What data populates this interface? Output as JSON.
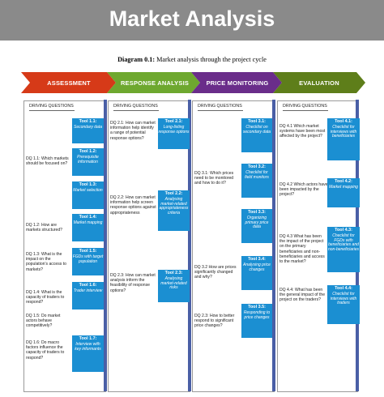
{
  "title": "Market Analysis",
  "diagram_caption": {
    "label": "Diagram 0.1:",
    "text": "Market analysis through the project cycle"
  },
  "colors": {
    "banner": "#8a8a8a",
    "assessment": "#d63a18",
    "response": "#6ea82f",
    "monitoring": "#6a2d8a",
    "evaluation": "#5e7e1a",
    "tool_box": "#1b8fd2",
    "column_bar": "#4a5fa6"
  },
  "stages": [
    "ASSESSMENT",
    "RESPONSE ANALYSIS",
    "PRICE MONITORING",
    "EVALUATION"
  ],
  "columns": [
    {
      "header": "DRIVING QUESTIONS",
      "questions": [
        "DQ 1.1: Which markets should be focused on?",
        "DQ 1.2: How are markets structured?",
        "DQ 1.3: What is the impact on the population's access to markets?",
        "DQ 1.4: What is the capacity of traders to respond?",
        "DQ 1.5: Do market actors behave competitively?",
        "DQ 1.6: Do macro factors influence the capacity of traders to respond?"
      ],
      "tools": [
        {
          "name": "Tool 1.1:",
          "desc": "Secondary data"
        },
        {
          "name": "Tool 1.2:",
          "desc": "Prerequisite information"
        },
        {
          "name": "Tool 1.3:",
          "desc": "Market selection"
        },
        {
          "name": "Tool 1.4:",
          "desc": "Market mapping"
        },
        {
          "name": "Tool 1.5:",
          "desc": "FGDs with target population"
        },
        {
          "name": "Tool 1.6:",
          "desc": "Trader interview"
        },
        {
          "name": "Tool 1.7:",
          "desc": "Interview with key informants"
        }
      ]
    },
    {
      "header": "DRIVING QUESTIONS",
      "questions": [
        "DQ 2.1: How can market information help identify a range of potential response options?",
        "DQ 2.2: How can market information help screen response options against appropriateness",
        "DQ 2.3: How can market analysis inform the feasibility of response options?"
      ],
      "tools": [
        {
          "name": "Tool 2.1:",
          "desc": "Long-listing response options"
        },
        {
          "name": "Tool 2.2:",
          "desc": "Analysing market-related appropriateness criteria"
        },
        {
          "name": "Tool 2.3:",
          "desc": "Analysing market-related risks"
        }
      ]
    },
    {
      "header": "DRIVING QUESTIONS",
      "questions": [
        "DQ 3.1: Which prices need to be monitored and how to do it?",
        "DQ 3.2 How are prices significantly changed and why?",
        "DQ 2.3: How to better respond to significant price changes?"
      ],
      "tools": [
        {
          "name": "Tool 3.1:",
          "desc": "Checklist on secondary data"
        },
        {
          "name": "Tool 3.2:",
          "desc": "Checklist for field monitors"
        },
        {
          "name": "Tool 3.3:",
          "desc": "Organizing primary price data"
        },
        {
          "name": "Tool 3.4:",
          "desc": "Analysing price changes"
        },
        {
          "name": "Tool 3.5:",
          "desc": "Responding to price changes"
        }
      ]
    },
    {
      "header": "DRIVING QUESTIONS",
      "questions": [
        "DQ 4.1 Which market systems have been most affected by the project?",
        "DQ 4.2 Which actors have been impacted by the project?",
        "DQ 4.3 What has been the impact of the project on the primary beneficiaries and non-beneficiaries and access to the market?",
        "DQ 4.4: What has been the general impact of the project on the traders?"
      ],
      "tools": [
        {
          "name": "Tool 4.1:",
          "desc": "Checklist for interviews with beneficiaries"
        },
        {
          "name": "Tool 4.2:",
          "desc": "Market mapping"
        },
        {
          "name": "Tool 4.3:",
          "desc": "Checklist for FGDs with beneficiaries and non-beneficiaries"
        },
        {
          "name": "Tool 4.4:",
          "desc": "Checklist for interviews with traders"
        }
      ]
    }
  ]
}
